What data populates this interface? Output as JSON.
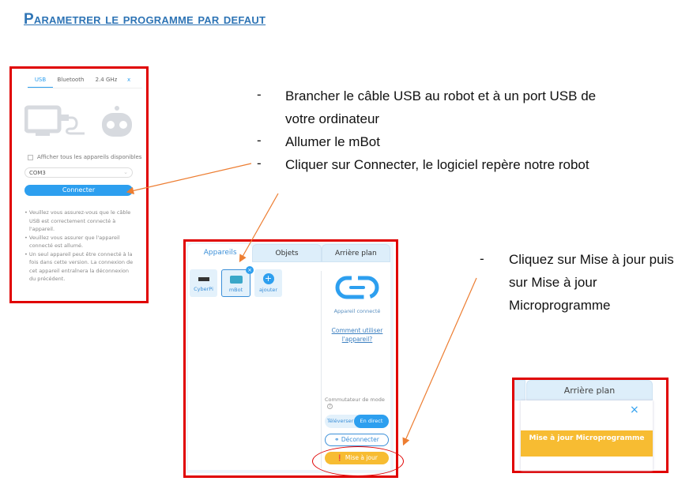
{
  "title": "Parametrer le programme par defaut",
  "steps_left": [
    {
      "dash": "-",
      "text": "Brancher le câble USB au robot et à un port USB de votre ordinateur"
    },
    {
      "dash": "-",
      "text": "Allumer le mBot"
    },
    {
      "dash": "-",
      "text": "Cliquer sur Connecter, le logiciel repère notre robot"
    }
  ],
  "steps_right": [
    {
      "dash": "-",
      "text": "Cliquez sur Mise à jour puis sur Mise à jour Microprogramme"
    }
  ],
  "connect_dialog": {
    "tabs": [
      "USB",
      "Bluetooth",
      "2.4 GHz"
    ],
    "close": "x",
    "checkbox_label": "Afficher tous les appareils disponibles",
    "port": "COM3",
    "connect_button": "Connecter",
    "notes": [
      "Veuillez vous assurez-vous que le câble USB est correctement connecté à l'appareil.",
      "Veuillez vous assurer que l'appareil connecté est allumé.",
      "Un seul appareil peut être connecté à la fois dans cette version. La connexion de cet appareil entraînera la déconnexion du précédent."
    ]
  },
  "devices_panel": {
    "tabs": [
      "Appareils",
      "Objets",
      "Arrière plan"
    ],
    "devices": [
      "CyberPi",
      "mBot",
      "ajouter"
    ],
    "status": "Appareil connecté",
    "help_link": "Comment utiliser l'appareil?",
    "mode_label": "Commutateur de mode",
    "mode_options": [
      "Téléverser",
      "En direct"
    ],
    "disconnect": "Déconnecter",
    "update": "Mise à jour"
  },
  "update_menu": {
    "tab": "Arrière plan",
    "close": "×",
    "item": "Mise à jour Microprogramme"
  }
}
